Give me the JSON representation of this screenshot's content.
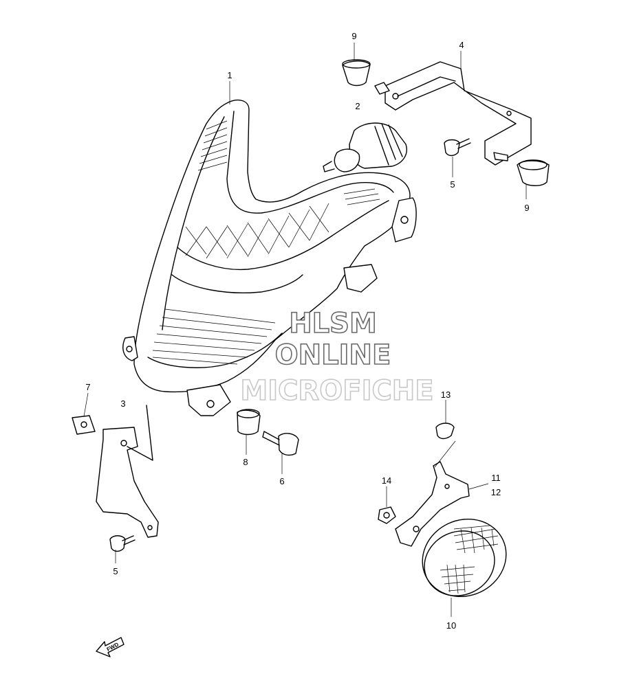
{
  "callouts": [
    {
      "id": "1",
      "label": "1"
    },
    {
      "id": "2",
      "label": "2"
    },
    {
      "id": "3",
      "label": "3"
    },
    {
      "id": "4",
      "label": "4"
    },
    {
      "id": "5a",
      "label": "5"
    },
    {
      "id": "5b",
      "label": "5"
    },
    {
      "id": "6",
      "label": "6"
    },
    {
      "id": "7",
      "label": "7"
    },
    {
      "id": "8",
      "label": "8"
    },
    {
      "id": "9a",
      "label": "9"
    },
    {
      "id": "9b",
      "label": "9"
    },
    {
      "id": "10",
      "label": "10"
    },
    {
      "id": "11",
      "label": "11"
    },
    {
      "id": "12",
      "label": "12"
    },
    {
      "id": "13",
      "label": "13"
    },
    {
      "id": "14",
      "label": "14"
    }
  ],
  "watermark": {
    "line1": "HLSM",
    "line2": "ONLINE",
    "line3": "MICROFICHE"
  },
  "fwd_label": "FWD"
}
